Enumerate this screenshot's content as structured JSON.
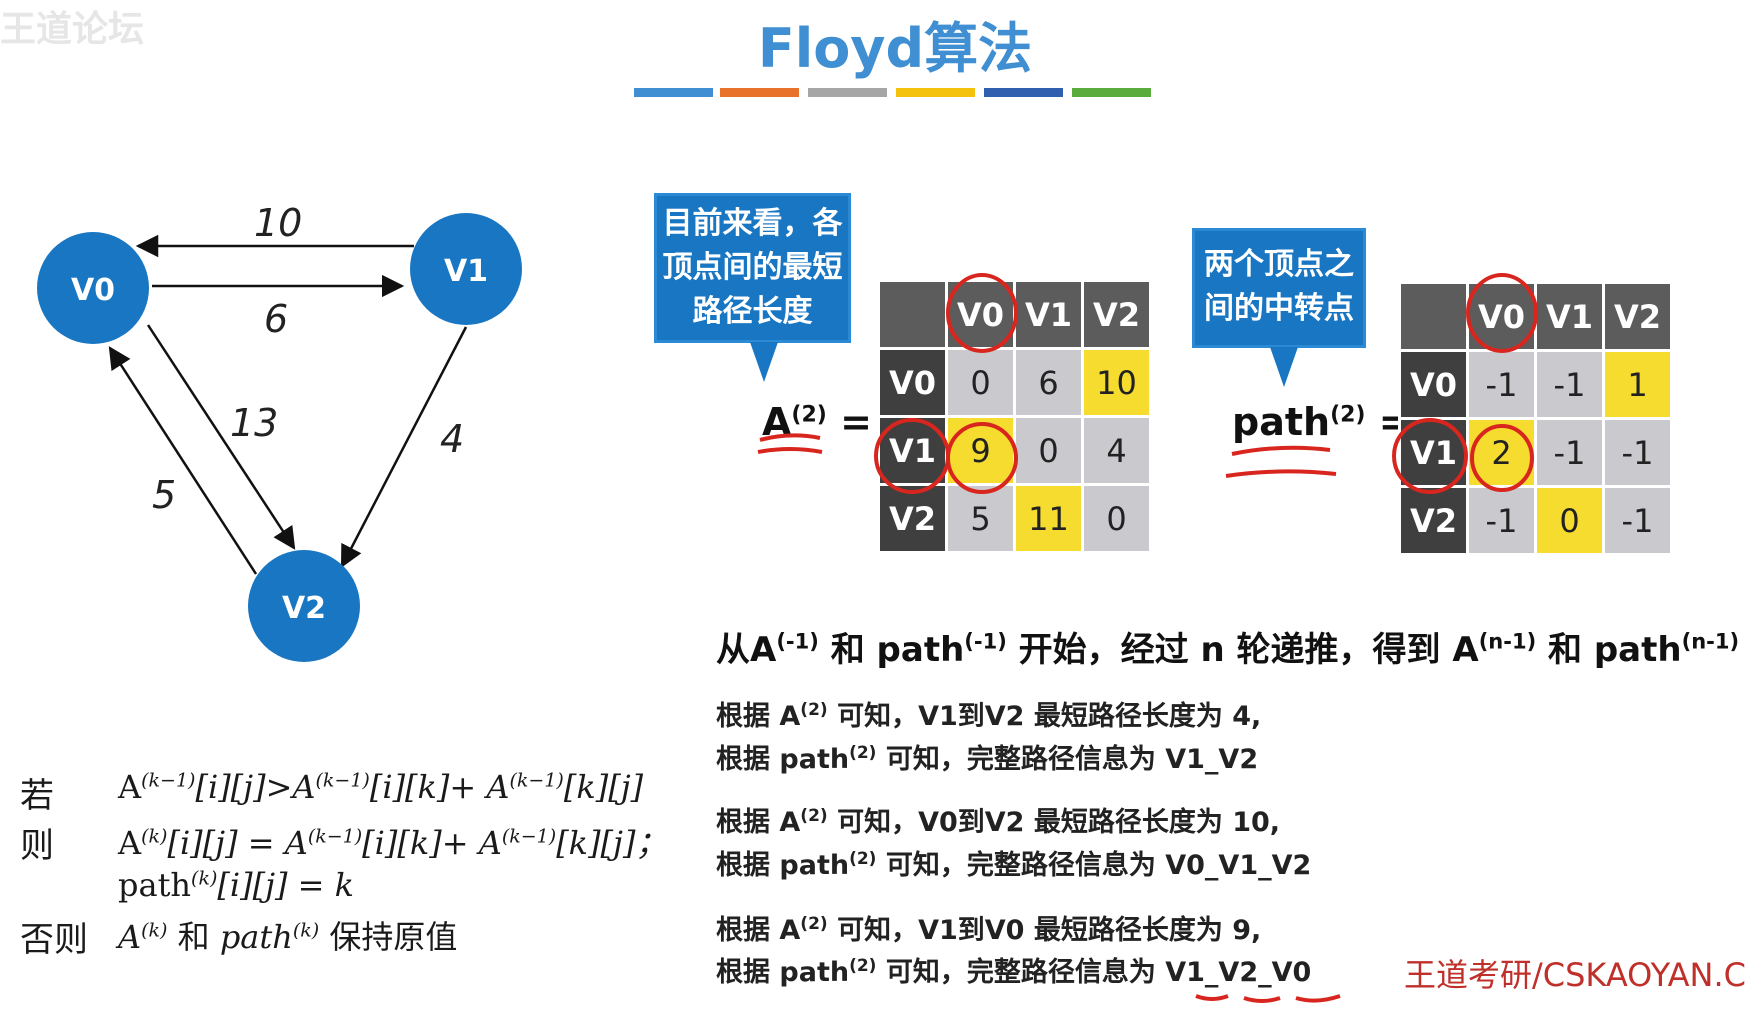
{
  "header": {
    "corner_tag": "王道论坛",
    "title": "Floyd算法",
    "color_bars": [
      "#3f8fd2",
      "#e8722b",
      "#a6a6a6",
      "#f4c20d",
      "#2f5fae",
      "#5aad3c"
    ]
  },
  "graph": {
    "nodes": [
      {
        "id": "V0",
        "label": "V0"
      },
      {
        "id": "V1",
        "label": "V1"
      },
      {
        "id": "V2",
        "label": "V2"
      }
    ],
    "edges": [
      {
        "from": "V1",
        "to": "V0",
        "weight": "10"
      },
      {
        "from": "V0",
        "to": "V1",
        "weight": "6"
      },
      {
        "from": "V0",
        "to": "V2",
        "weight": "13"
      },
      {
        "from": "V1",
        "to": "V2",
        "weight": "4"
      },
      {
        "from": "V2",
        "to": "V0",
        "weight": "5"
      }
    ],
    "node_color": "#1976c2"
  },
  "callout_a": {
    "lines": [
      "目前来看，各",
      "顶点间的最短",
      "路径长度"
    ]
  },
  "callout_path": {
    "lines": [
      "两个顶点之",
      "间的中转点"
    ]
  },
  "matrix_a": {
    "label": "A",
    "sup": "(2)",
    "headers": [
      "V0",
      "V1",
      "V2"
    ],
    "rows": [
      {
        "header": "V0",
        "cells": [
          "0",
          "6",
          "10"
        ]
      },
      {
        "header": "V1",
        "cells": [
          "9",
          "0",
          "4"
        ]
      },
      {
        "header": "V2",
        "cells": [
          "5",
          "11",
          "0"
        ]
      }
    ]
  },
  "matrix_path": {
    "label": "path",
    "sup": "(2)",
    "headers": [
      "V0",
      "V1",
      "V2"
    ],
    "rows": [
      {
        "header": "V0",
        "cells": [
          "-1",
          "-1",
          "1"
        ]
      },
      {
        "header": "V1",
        "cells": [
          "2",
          "-1",
          "-1"
        ]
      },
      {
        "header": "V2",
        "cells": [
          "-1",
          "0",
          "-1"
        ]
      }
    ]
  },
  "summary": {
    "p1": "从A",
    "s1": "(-1)",
    "p2": " 和 path",
    "s2": "(-1)",
    "p3": " 开始，经过 n 轮递推，得到 A",
    "s3": "(n-1)",
    "p4": " 和 path",
    "s4": "(n-1)"
  },
  "results": [
    {
      "a_pre": "根据 A",
      "a_sup": "(2)",
      "a_post": " 可知，V1到V2 最短路径长度为 4,",
      "p_pre": "根据 path",
      "p_sup": "(2)",
      "p_post": "  可知，完整路径信息为 V1_V2"
    },
    {
      "a_pre": "根据 A",
      "a_sup": "(2)",
      "a_post": " 可知，V0到V2 最短路径长度为 10,",
      "p_pre": "根据 path",
      "p_sup": "(2)",
      "p_post": "  可知，完整路径信息为 V0_V1_V2"
    },
    {
      "a_pre": "根据 A",
      "a_sup": "(2)",
      "a_post": " 可知，V1到V0 最短路径长度为 9,",
      "p_pre": "根据 path",
      "p_sup": "(2)",
      "p_post": "  可知，完整路径信息为 V1_V2_V0"
    }
  ],
  "rule": {
    "if_label": "若",
    "then_label": "则",
    "else_label": "否则",
    "cond_a": "A",
    "cond_s1": "(k−1)",
    "cond_b": "[i][j]>A",
    "cond_s2": "(k−1)",
    "cond_c": "[i][k]+ A",
    "cond_s3": "(k−1)",
    "cond_d": "[k][j]",
    "then_a": "A",
    "then_s1": "(k)",
    "then_b": "[i][j] = A",
    "then_s2": "(k−1)",
    "then_c": "[i][k]+ A",
    "then_s3": "(k−1)",
    "then_d": "[k][j]；",
    "path_a": "path",
    "path_s": "(k)",
    "path_b": "[i][j] = k",
    "else_a": "A",
    "else_s1": "(k)",
    "else_b": " 和 ",
    "else_c": "path",
    "else_s2": "(k)",
    "else_d": " 保持原值"
  },
  "watermark": "王道考研/CSKAOYAN.C"
}
